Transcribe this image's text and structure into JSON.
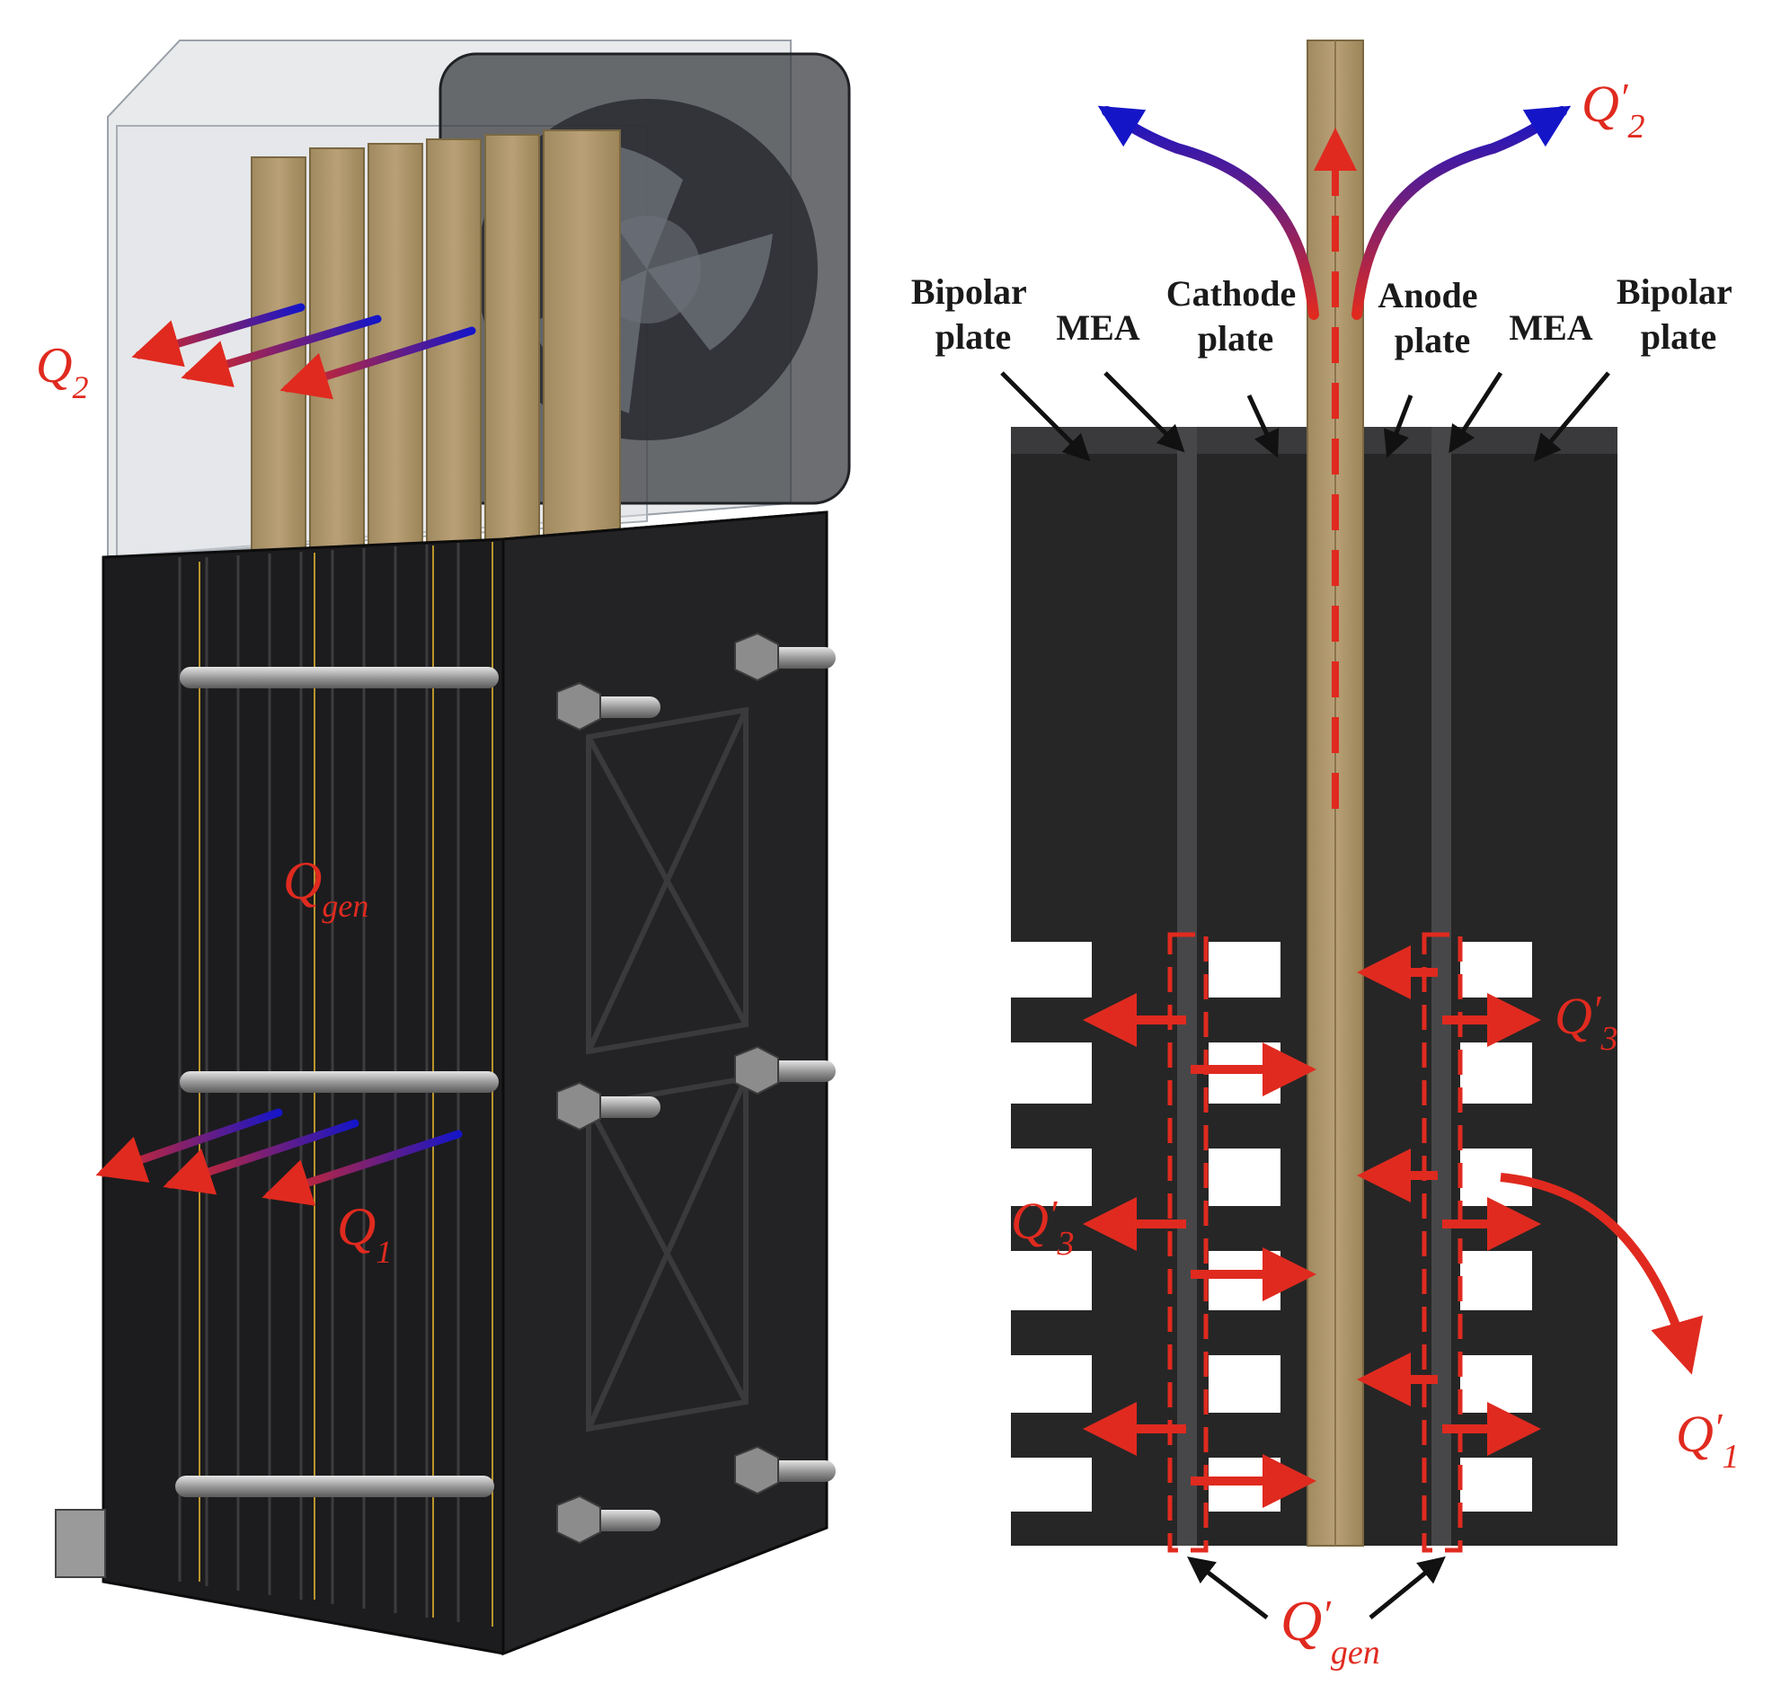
{
  "left_panel": {
    "labels": {
      "q2": {
        "main": "Q",
        "sub": "2"
      },
      "qgen": {
        "main": "Q",
        "sub": "gen"
      },
      "q1": {
        "main": "Q",
        "sub": "1"
      }
    }
  },
  "right_panel": {
    "layer_labels": {
      "bipolar_left": [
        "Bipolar",
        "plate"
      ],
      "mea_left": [
        "MEA"
      ],
      "cathode": [
        "Cathode",
        "plate"
      ],
      "anode": [
        "Anode",
        "plate"
      ],
      "mea_right": [
        "MEA"
      ],
      "bipolar_right": [
        "Bipolar",
        "plate"
      ]
    },
    "heat_labels": {
      "q2p": {
        "main": "Q",
        "prime": "′",
        "sub": "2"
      },
      "q3p_right": {
        "main": "Q",
        "prime": "′",
        "sub": "3"
      },
      "q3p_left": {
        "main": "Q",
        "prime": "′",
        "sub": "3"
      },
      "q1p": {
        "main": "Q",
        "prime": "′",
        "sub": "1"
      },
      "qgenp": {
        "main": "Q",
        "prime": "′",
        "sub": "gen"
      }
    }
  },
  "colors": {
    "heat_red": "#e02a1f",
    "cool_blue": "#1515c8",
    "plate_black": "#262626",
    "anode_tan": "#b49a6e"
  }
}
